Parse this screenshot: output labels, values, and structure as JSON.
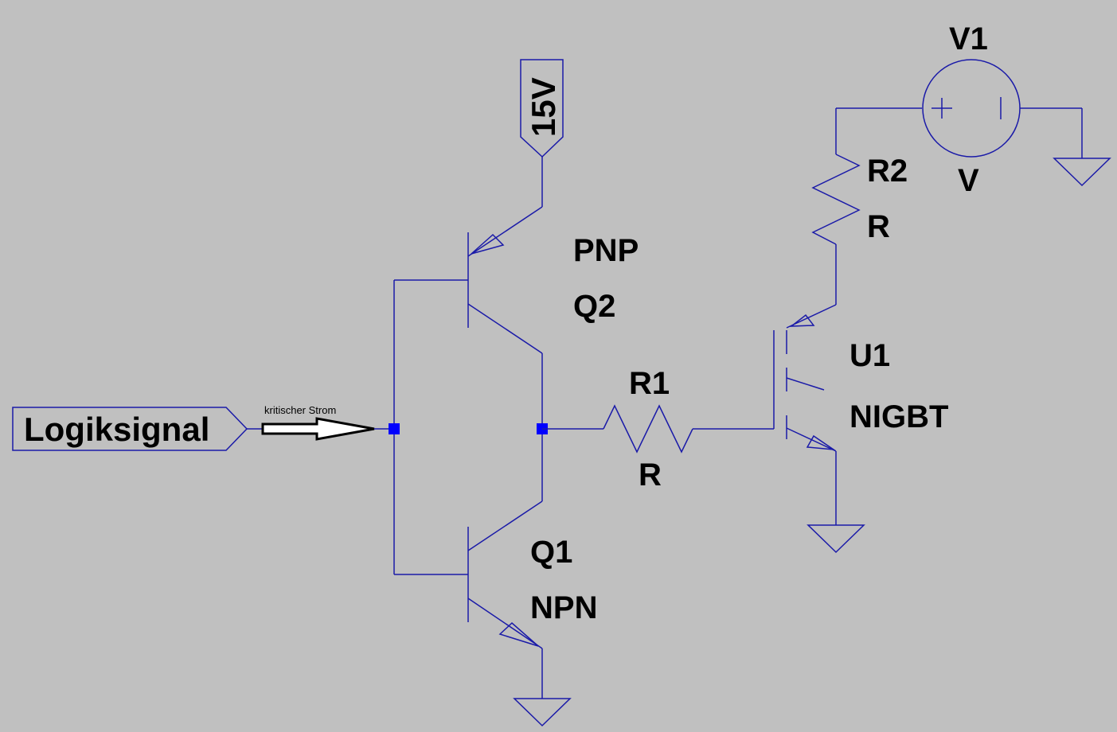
{
  "labels": {
    "supply_label": "15V",
    "input_label": "Logiksignal",
    "arrow_note": "kritischer Strom",
    "q2_type": "PNP",
    "q2_name": "Q2",
    "q1_name": "Q1",
    "q1_type": "NPN",
    "r1_name": "R1",
    "r1_value": "R",
    "r2_name": "R2",
    "r2_value": "R",
    "v1_name": "V1",
    "v1_value": "V",
    "u1_name": "U1",
    "u1_type": "NIGBT"
  },
  "colors": {
    "background": "#c0c0c0",
    "wire": "#1a1aa8",
    "junction": "#0000ff",
    "text": "#000000"
  }
}
